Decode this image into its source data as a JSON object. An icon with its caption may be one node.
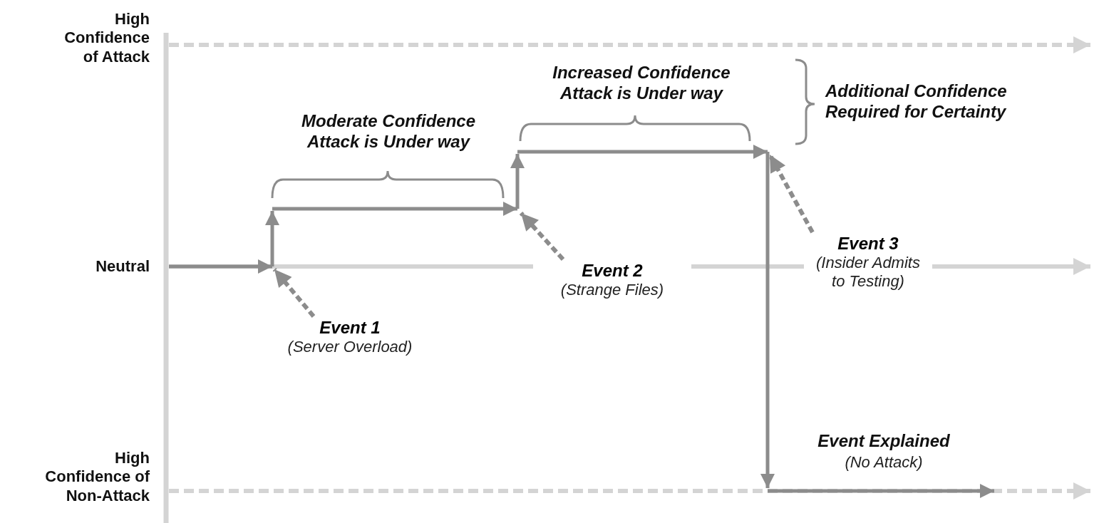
{
  "diagram": {
    "nodes": [
      {
        "text": [
          "Event 1",
          "(Server Overload)"
        ]
      },
      {
        "text": [
          "Event 2",
          "(Strange Files)"
        ]
      },
      {
        "text": [
          "Event 3",
          "(Insider Admits to Testing)"
        ]
      }
    ],
    "edges": [
      {
        "from": 0,
        "to": null,
        "arrow": "to",
        "style": "dashed"
      },
      {
        "from": 1,
        "to": null,
        "arrow": "to",
        "style": "dashed"
      },
      {
        "from": 2,
        "to": null,
        "arrow": "to",
        "style": "dashed"
      }
    ],
    "labels": [
      "High Confidence of Attack",
      "Increased Confidence Attack is Under way",
      "Additional Confidence Required for Certainty",
      "Moderate Confidence Attack is Under way",
      "Neutral",
      "Event Explained",
      "(No Attack)",
      "High Confidence of Non-Attack"
    ]
  }
}
